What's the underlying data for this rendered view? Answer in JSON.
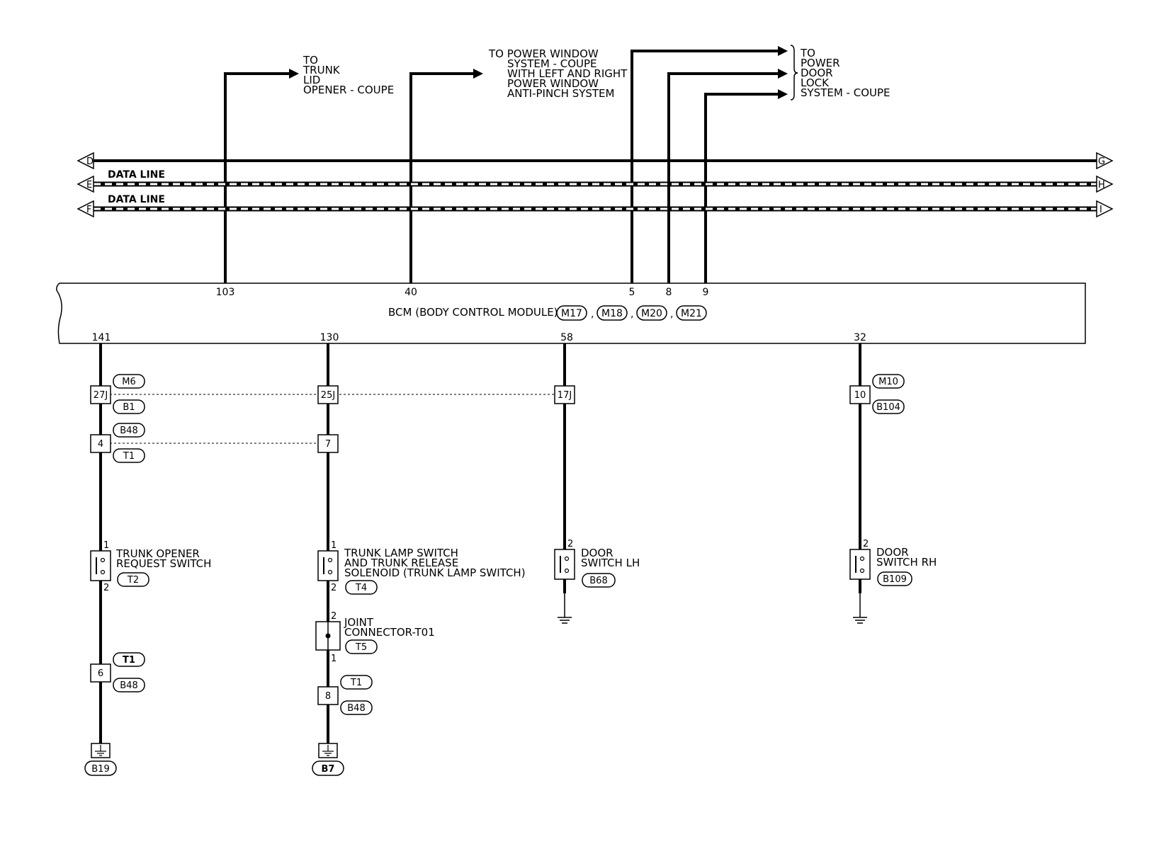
{
  "destinations": {
    "trunk": [
      "TO",
      "TRUNK",
      "LID",
      "OPENER - COUPE"
    ],
    "window": [
      "TO POWER WINDOW",
      "SYSTEM - COUPE",
      "WITH LEFT AND RIGHT",
      "POWER WINDOW",
      "ANTI-PINCH SYSTEM"
    ],
    "doorlock": [
      "TO",
      "POWER",
      "DOOR",
      "LOCK",
      "SYSTEM - COUPE"
    ]
  },
  "bus": {
    "left_terminals": [
      "D",
      "E",
      "F"
    ],
    "right_terminals": [
      "G",
      "H",
      "I"
    ],
    "data_line_label": "DATA LINE"
  },
  "bcm": {
    "title": "BCM (BODY CONTROL MODULE)",
    "connectors": [
      "M17",
      "M18",
      "M20",
      "M21"
    ],
    "separator": ",",
    "top_pins": [
      "103",
      "40",
      "5",
      "8",
      "9"
    ],
    "bottom_pins": [
      "141",
      "130",
      "58",
      "32"
    ]
  },
  "junctions": {
    "j1": {
      "pin": "27J",
      "top": "M6",
      "bottom": "B1"
    },
    "j2": {
      "pin": "25J"
    },
    "j3": {
      "pin": "17J"
    },
    "j4": {
      "pin": "10",
      "top": "M10",
      "bottom": "B104"
    },
    "j5": {
      "pin": "4",
      "top": "B48",
      "bottom": "T1"
    },
    "j6": {
      "pin": "7"
    },
    "j7": {
      "pin": "6",
      "top": "T1",
      "bottom": "B48"
    },
    "j8": {
      "pin": "8",
      "top": "T1",
      "bottom": "B48"
    }
  },
  "components": {
    "trunk_opener": {
      "lines": [
        "TRUNK OPENER",
        "REQUEST SWITCH"
      ],
      "connector": "T2",
      "pin_top": "1",
      "pin_bottom": "2"
    },
    "trunk_lamp": {
      "lines": [
        "TRUNK LAMP SWITCH",
        "AND TRUNK RELEASE",
        "SOLENOID (TRUNK LAMP SWITCH)"
      ],
      "connector": "T4",
      "pin_top": "1",
      "pin_bottom": "2"
    },
    "joint": {
      "lines": [
        "JOINT",
        "CONNECTOR-T01"
      ],
      "connector": "T5",
      "pin_top": "2",
      "pin_bottom": "1"
    },
    "door_lh": {
      "lines": [
        "DOOR",
        "SWITCH LH"
      ],
      "connector": "B68",
      "pin_top": "2"
    },
    "door_rh": {
      "lines": [
        "DOOR",
        "SWITCH RH"
      ],
      "connector": "B109",
      "pin_top": "2"
    }
  },
  "grounds": {
    "g1": "B19",
    "g2": "B7"
  }
}
